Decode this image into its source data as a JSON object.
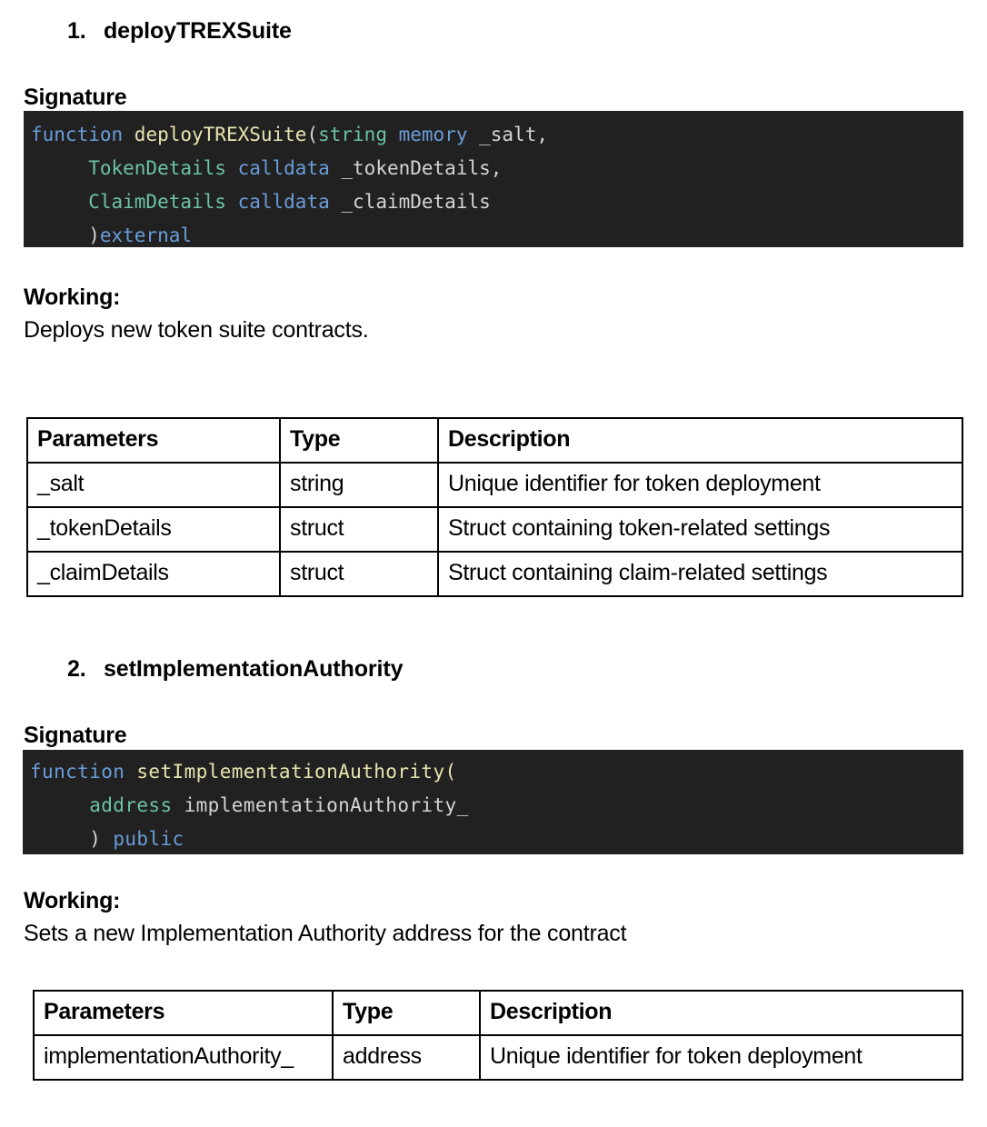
{
  "document": {
    "sections": [
      {
        "number": "1.",
        "title": "deployTREXSuite",
        "signature_label": "Signature",
        "code_lines": [
          [
            {
              "t": "function ",
              "c": "kw"
            },
            {
              "t": "deployTREXSuite",
              "c": "fn"
            },
            {
              "t": "(",
              "c": "punct"
            },
            {
              "t": "string memory",
              "c": "type-memory"
            },
            {
              "t": " _salt,",
              "c": "plain"
            }
          ],
          [
            {
              "t": "     ",
              "c": "plain"
            },
            {
              "t": "TokenDetails",
              "c": "type"
            },
            {
              "t": " ",
              "c": "plain"
            },
            {
              "t": "calldata",
              "c": "kw"
            },
            {
              "t": " _tokenDetails,",
              "c": "plain"
            }
          ],
          [
            {
              "t": "     ",
              "c": "plain"
            },
            {
              "t": "ClaimDetails",
              "c": "type"
            },
            {
              "t": " ",
              "c": "plain"
            },
            {
              "t": "calldata",
              "c": "kw"
            },
            {
              "t": " _claimDetails",
              "c": "plain"
            }
          ],
          [
            {
              "t": "     )",
              "c": "plain"
            },
            {
              "t": "external",
              "c": "kw"
            }
          ]
        ],
        "working_label": "Working:",
        "working_text": "Deploys new token suite contracts.",
        "table": {
          "headers": [
            "Parameters",
            "Type",
            "Description"
          ],
          "rows": [
            [
              "_salt",
              "string",
              "Unique identifier for token deployment"
            ],
            [
              "_tokenDetails",
              "struct",
              "Struct containing token-related settings"
            ],
            [
              "_claimDetails",
              "struct",
              "Struct containing claim-related settings"
            ]
          ]
        }
      },
      {
        "number": "2.",
        "title": "setImplementationAuthority",
        "signature_label": "Signature",
        "code_lines": [
          [
            {
              "t": "function ",
              "c": "kw"
            },
            {
              "t": "setImplementationAuthority(",
              "c": "fn"
            }
          ],
          [
            {
              "t": "     ",
              "c": "plain"
            },
            {
              "t": "address",
              "c": "type"
            },
            {
              "t": " implementationAuthority_",
              "c": "plain"
            }
          ],
          [
            {
              "t": "     ) ",
              "c": "plain"
            },
            {
              "t": "public",
              "c": "kw"
            }
          ]
        ],
        "working_label": "Working:",
        "working_text": "Sets a new Implementation Authority address for the contract",
        "table": {
          "headers": [
            "Parameters",
            "Type",
            "Description"
          ],
          "rows": [
            [
              "implementationAuthority_",
              "address",
              "Unique identifier for token deployment"
            ]
          ]
        }
      }
    ]
  },
  "theme": {
    "code_background": "#212121",
    "keyword_color": "#6a9cd8",
    "function_color": "#e8e4b0",
    "type_color": "#6cc2a4",
    "plain_color": "#d4d4d4",
    "page_background": "#ffffff",
    "text_color": "#000000",
    "table_border_color": "#000000"
  }
}
